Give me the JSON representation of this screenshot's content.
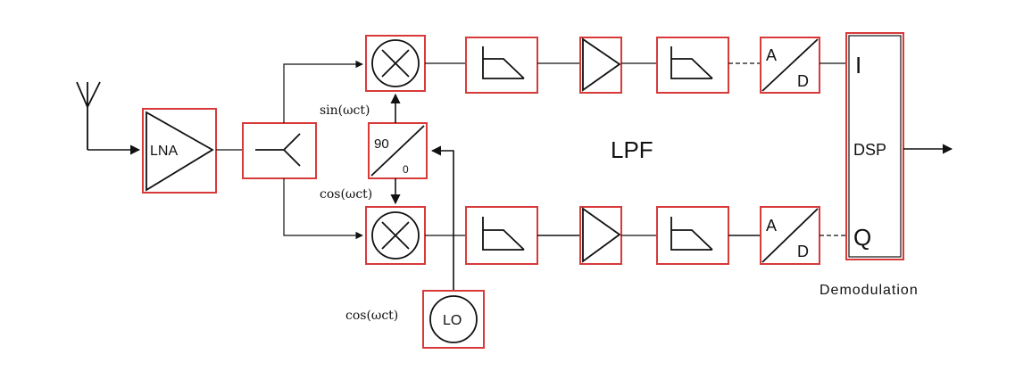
{
  "labels": {
    "lna": "LNA",
    "lpf": "LPF",
    "ad_a": "A",
    "ad_d": "D",
    "i": "I",
    "q": "Q",
    "dsp": "DSP",
    "phase_90": "90",
    "phase_0": "0",
    "lo": "LO",
    "demodulation": "Demodulation",
    "sin_label": "sin(ωct)",
    "cos_label_top": "cos(ωct)",
    "cos_label_lo": "cos(ωct)"
  },
  "colors": {
    "block_border": "#d83a3a",
    "wire": "#111111",
    "background": "#ffffff"
  }
}
